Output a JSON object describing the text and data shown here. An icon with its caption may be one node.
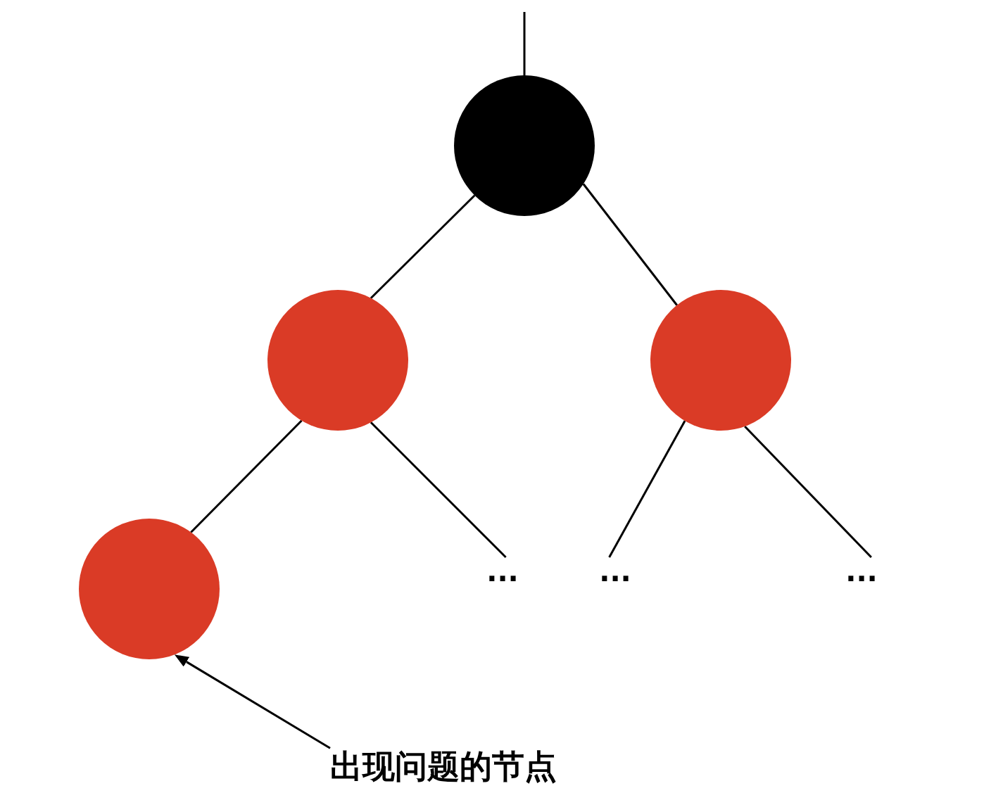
{
  "diagram": {
    "nodes": [
      {
        "text": [],
        "shape": "circle"
      },
      {
        "text": [],
        "shape": "circle"
      },
      {
        "text": [],
        "shape": "circle"
      },
      {
        "text": [],
        "shape": "circle"
      },
      {
        "text": [
          "..."
        ]
      },
      {
        "text": [
          "..."
        ]
      },
      {
        "text": [
          "..."
        ]
      },
      {
        "text": [
          "出现问题的节点"
        ]
      }
    ],
    "edges": [
      {
        "from": null,
        "to": 0,
        "arrow": "none"
      },
      {
        "from": 0,
        "to": 1,
        "arrow": "none"
      },
      {
        "from": 0,
        "to": 2,
        "arrow": "none"
      },
      {
        "from": 1,
        "to": 3,
        "arrow": "none"
      },
      {
        "from": 1,
        "to": 4,
        "arrow": "none"
      },
      {
        "from": 2,
        "to": 5,
        "arrow": "none"
      },
      {
        "from": 2,
        "to": 6,
        "arrow": "none"
      },
      {
        "from": 7,
        "to": 3,
        "arrow": "to"
      }
    ]
  }
}
